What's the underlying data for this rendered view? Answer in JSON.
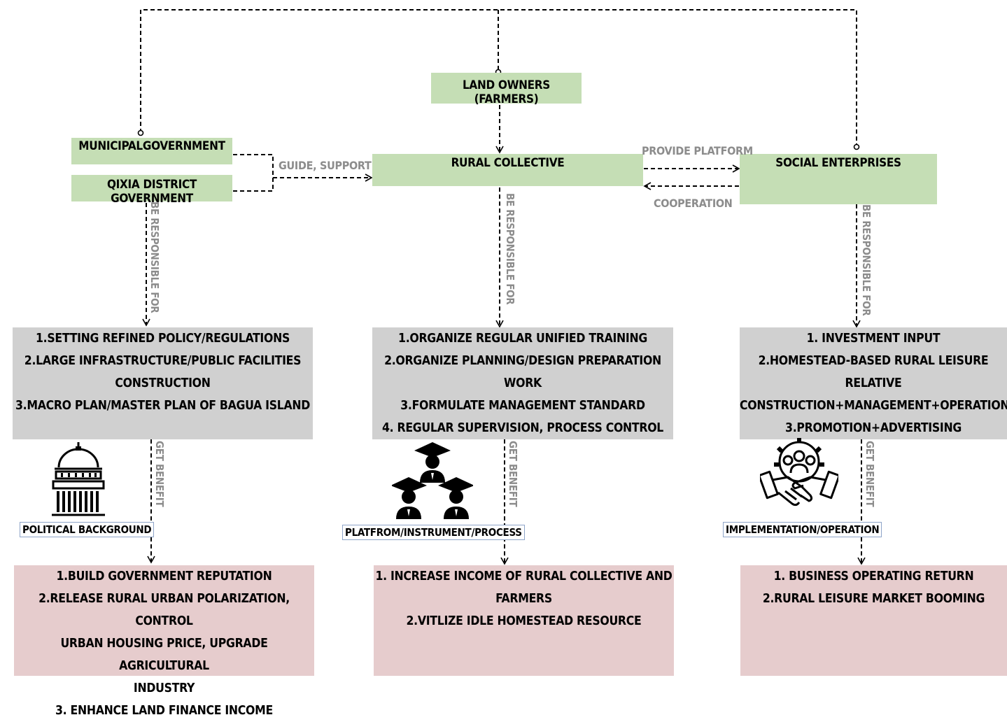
{
  "actors": {
    "land_owners": "LAND OWNERS (FARMERS)",
    "municipal": "MUNICIPALGOVERNMENT",
    "qixia": "QIXIA DISTRICT GOVERNMENT",
    "rural_collective": "RURAL COLLECTIVE",
    "social_enterprises": "SOCIAL ENTERPRISES"
  },
  "edge_labels": {
    "guide_support": "GUIDE, SUPPORT",
    "provide_platform": "PROVIDE PLATFORM",
    "cooperation": "COOPERATION",
    "responsible": "BE RESPONSIBLE FOR",
    "benefit": "GET BENEFIT"
  },
  "responsibilities": {
    "government": [
      "1.SETTING REFINED POLICY/REGULATIONS",
      "2.LARGE INFRASTRUCTURE/PUBLIC FACILITIES",
      "CONSTRUCTION",
      "3.MACRO  PLAN/MASTER PLAN OF BAGUA ISLAND"
    ],
    "collective": [
      "1.ORGANIZE REGULAR UNIFIED TRAINING",
      "2.ORGANIZE PLANNING/DESIGN PREPARATION WORK",
      "3.FORMULATE MANAGEMENT STANDARD",
      "4. REGULAR SUPERVISION, PROCESS CONTROL"
    ],
    "enterprises": [
      "1. INVESTMENT INPUT",
      "2.HOMESTEAD-BASED RURAL LEISURE RELATIVE",
      "CONSTRUCTION+MANAGEMENT+OPERATION",
      "3.PROMOTION+ADVERTISING"
    ]
  },
  "roles": {
    "government": "POLITICAL BACKGROUND",
    "collective": "PLATFROM/INSTRUMENT/PROCESS",
    "enterprises": "IMPLEMENTATION/OPERATION"
  },
  "benefits": {
    "government": [
      "1.BUILD GOVERNMENT REPUTATION",
      "2.RELEASE RURAL URBAN POLARIZATION, CONTROL",
      "URBAN HOUSING PRICE, UPGRADE AGRICULTURAL",
      "INDUSTRY",
      "3. ENHANCE LAND FINANCE INCOME"
    ],
    "collective": [
      "1. INCREASE INCOME OF RURAL COLLECTIVE AND",
      "FARMERS",
      "2.VITLIZE IDLE HOMESTEAD RESOURCE"
    ],
    "enterprises": [
      "1. BUSINESS OPERATING RETURN",
      "2.RURAL LEISURE MARKET BOOMING"
    ]
  },
  "icons": [
    "capitol-building-icon",
    "graduates-icon",
    "handshake-gear-icon"
  ],
  "colors": {
    "actor_fill": "#c5deb5",
    "responsibility_fill": "#d0d0d0",
    "benefit_fill": "#e6cccd",
    "role_border": "#8ea4c8"
  }
}
